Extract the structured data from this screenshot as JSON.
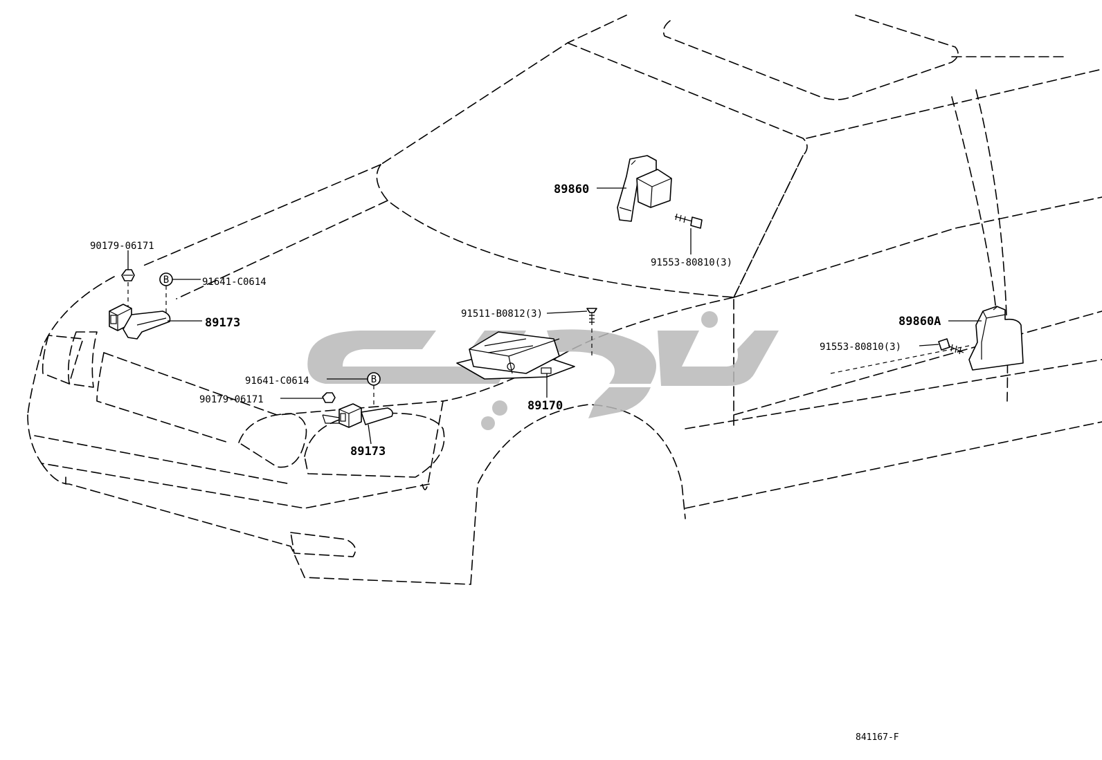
{
  "labels": {
    "clip_front_left": "90179-06171",
    "bolt_b_left": "91641-C0614",
    "sensor_left": "89173",
    "bolt_b_center": "91641-C0614",
    "clip_center": "90179-06171",
    "sensor_center": "89173",
    "screw_ecu": "91511-B0812(3)",
    "ecu": "89170",
    "sensor_top": "89860",
    "bolt_top": "91553-80810(3)",
    "sensor_right": "89860A",
    "bolt_right": "91553-80810(3)",
    "marker_b": "B"
  },
  "reference_code": "841167-F"
}
